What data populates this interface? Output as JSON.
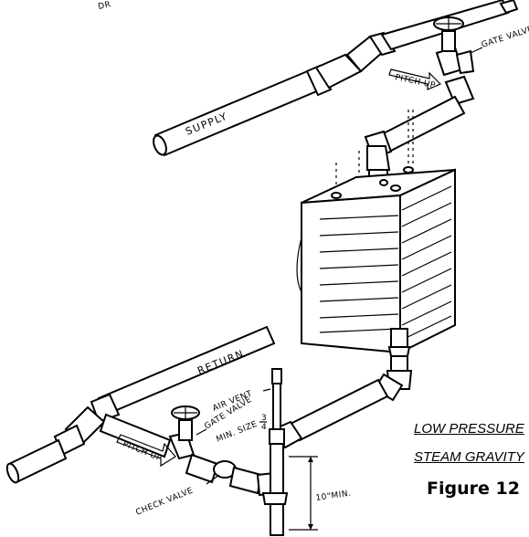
{
  "diagram": {
    "top_label_fragment": "DR",
    "labels": {
      "supply": "SUPPLY",
      "return": "RETURN",
      "gate_valve_top": "GATE VALVE",
      "pitch_up_top": "PITCH UP",
      "pitch_up_bottom": "PITCH UP",
      "air_vent": "AIR VENT",
      "gate_valve_bottom": "GATE VALVE",
      "min_size": "MIN. SIZE",
      "min_size_fraction_num": "3",
      "min_size_fraction_den": "4",
      "check_valve": "CHECK VALVE",
      "min_height": "10\"MIN."
    }
  },
  "caption": {
    "line1": "LOW PRESSURE",
    "line2": "STEAM GRAVITY",
    "figure": "Figure 12"
  }
}
